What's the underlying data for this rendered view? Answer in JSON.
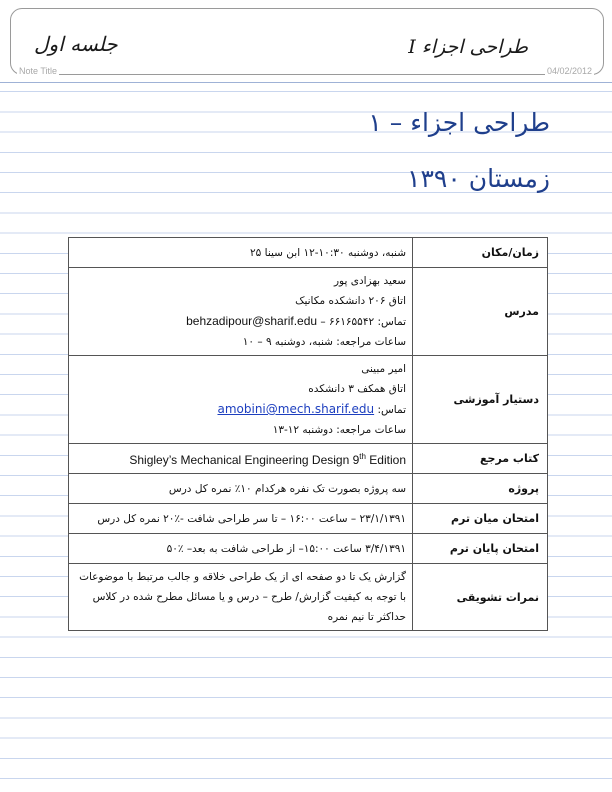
{
  "note": {
    "title_label": "Note Title",
    "date": "04/02/2012",
    "handwriting_left": "جلسه اول",
    "handwriting_right": "طراحی اجزاء I"
  },
  "titles": {
    "course": "طراحی اجزاء – ۱",
    "semester": "زمستان ۱۳۹۰"
  },
  "rows": {
    "schedule": {
      "label": "زمان/مکان",
      "value": "شنبه، دوشنبه ۱۰:۳۰-۱۲ ابن سینا ۲۵"
    },
    "instructor": {
      "label": "مدرس",
      "name": "سعید بهزادی پور",
      "office": "اتاق ۲۰۶ دانشکده مکانیک",
      "contact_label": "تماس:",
      "phone": "۶۶۱۶۵۵۴۲",
      "email": "behzadipour@sharif.edu",
      "hours": "ساعات مراجعه: شنبه، دوشنبه ۹ – ۱۰"
    },
    "ta": {
      "label": "دستیار آموزشی",
      "name": "امیر مبینی",
      "office": "اتاق همکف ۳ دانشکده",
      "contact_label": "تماس:",
      "email": "amobini@mech.sharif.edu",
      "hours": "ساعات مراجعه: دوشنبه ۱۲-۱۳"
    },
    "book": {
      "label": "کتاب مرجع",
      "title": "Shigley’s Mechanical Engineering Design 9",
      "sup": "th",
      "edition": " Edition"
    },
    "project": {
      "label": "پروژه",
      "value": "سه پروژه بصورت تک نفره هرکدام ۱۰٪ نمره کل درس"
    },
    "midterm": {
      "label": "امتحان میان ترم",
      "value": "۲۳/۱/۱۳۹۱ – ساعت ۱۶:۰۰ – تا سر طراحی شافت -٪۲۰ نمره کل درس"
    },
    "final": {
      "label": "امتحان پایان ترم",
      "value": "۳/۴/۱۳۹۱ ساعت ۱۵:۰۰– از طراحی شافت به بعد– ٪۵۰"
    },
    "bonus": {
      "label": "نمرات تشویقی",
      "line1": "گزارش یک تا دو صفحه ای از یک طراحی خلاقه و جالب مرتبط با موضوعات",
      "line2": "با توجه به کیفیت گزارش/ طرح – درس و یا مسائل مطرح شده در کلاس",
      "line3": "حداکثر تا نیم نمره"
    }
  }
}
